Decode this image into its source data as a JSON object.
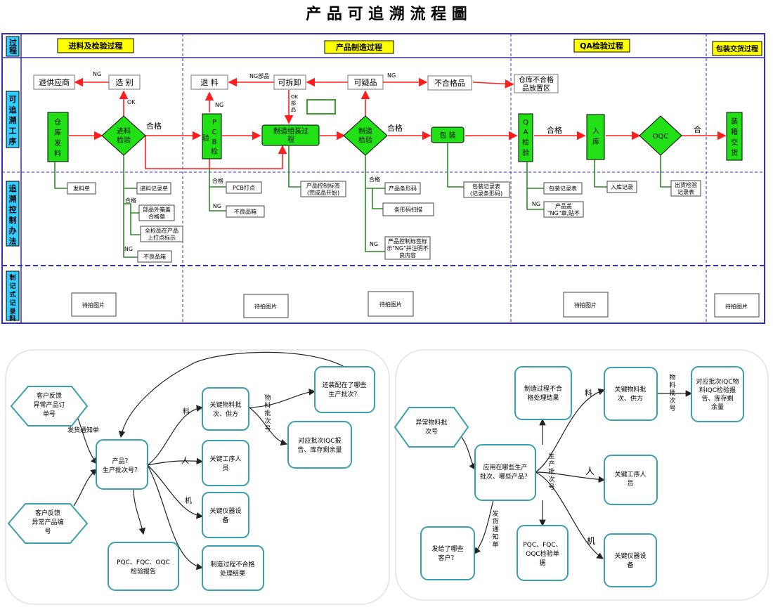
{
  "title": "产 品 可 追 溯 流 程 圖",
  "top": {
    "row_headers": {
      "process": "过程",
      "station": [
        "可",
        "追",
        "溯",
        "工",
        "序"
      ],
      "method": [
        "追",
        "溯",
        "控",
        "制",
        "办",
        "法"
      ],
      "records": [
        "制",
        "记",
        "式",
        "记",
        "录",
        "料"
      ]
    },
    "stages": [
      "进料及检验过程",
      "产品制造过程",
      "QA检验过程",
      "包装交货过程"
    ],
    "nodes": {
      "return_supplier": "退供应商",
      "select": "选  别",
      "return_material": "退  料",
      "removable": "可拆卸",
      "suspect": "可疑品",
      "nonconforming": "不合格品",
      "warehouse_nc": [
        "仓库不合格",
        "品放置区"
      ],
      "warehouse_issue": [
        "仓",
        "库",
        "发",
        "料"
      ],
      "incoming_check": [
        "进料",
        "检验"
      ],
      "pcb_check": [
        "P",
        "C",
        "B",
        "检"
      ],
      "pcb_label": "验",
      "assembly": [
        "制造组装过",
        "程"
      ],
      "mfg_check": [
        "制造",
        "检验"
      ],
      "packing": "包  装",
      "qa_check": [
        "Q",
        "A",
        "检",
        "验"
      ],
      "stock_in": [
        "入",
        "库"
      ],
      "oqc": "OQC",
      "boxing": [
        "装",
        "箱",
        "交",
        "货"
      ]
    },
    "edge_labels": {
      "ng1": "NG",
      "ok1": "OK",
      "ng_parts": "NG部品",
      "ok_parts": [
        "OK",
        "部",
        "品"
      ],
      "ng2": "NG",
      "pass1": "合格",
      "ng_pcb": "NG",
      "pass_mfg": "合格",
      "pass_qa": "合格",
      "pass_oqc": "合"
    },
    "methods": {
      "issue_slip": "发料单",
      "incoming_record": "进料记录单",
      "pass_a": "合格",
      "parts_label": [
        "部品外箱盖",
        "合格章"
      ],
      "pass_mark": [
        "全检品在产品",
        "上打点标示"
      ],
      "ng_a": "NG",
      "reject_box": "不良品箱",
      "pass_pcb": "合格",
      "pcb_dot": "PCB打点",
      "ng_pcb": "NG",
      "reject_box2": "不良品箱",
      "product_label": [
        "产品控制标签",
        "(完成品开始)"
      ],
      "pass_mfg": "合格",
      "barcode": "产品条形码",
      "barcode_scan": "条形码扫描",
      "ng_mfg": "NG",
      "ng_label": [
        "产品控制标签标",
        "示\"NG\"并注明不",
        "良内容"
      ],
      "pack_record": [
        "包装记录表",
        "(记录条形码)"
      ],
      "qa_record": "包装记录表",
      "ng_qa": "NG",
      "qa_stamp": [
        "产品盖",
        "\"NG\"章,贴不"
      ],
      "stock_record": "入库记录",
      "ship_record": [
        "出货检验",
        "记录表"
      ]
    },
    "placeholders": [
      "待拍图片",
      "待拍图片",
      "待拍图片",
      "待拍图片",
      "待拍图片"
    ]
  },
  "left_map": {
    "feedback_order": [
      "客户反馈",
      "异常产品订",
      "单号"
    ],
    "feedback_code": [
      "客户反馈",
      "异常产品编",
      "号"
    ],
    "ship_notice": "发货通知单",
    "product": [
      "产品？",
      "生产批次号？"
    ],
    "material": [
      "关键物料批",
      "次、供方"
    ],
    "assembled": [
      "还装配在了哪些",
      "生产批次？"
    ],
    "iqc": [
      "对应批次IQC报",
      "告、库存剩余量"
    ],
    "process": [
      "关键工序人",
      "员"
    ],
    "equipment": [
      "关键仪器设",
      "备"
    ],
    "nc": [
      "制造过程不合格",
      "处理结果"
    ],
    "reports": [
      "PQC、FQC、OQC",
      "检验报告"
    ],
    "lbl_material": "料",
    "lbl_people": "人",
    "lbl_machine": "机",
    "lbl_batch": [
      "物",
      "料",
      "批",
      "次",
      "号"
    ]
  },
  "right_map": {
    "abnormal": [
      "异常物料批",
      "次号"
    ],
    "applied": [
      "应用在哪些生产",
      "批次、哪些产品？"
    ],
    "nc": [
      "制造过程不合",
      "格处理结果"
    ],
    "material": [
      "关键物料批",
      "次、供方"
    ],
    "iqc": [
      "对应批次IQC物",
      "料IQC检验报",
      "告、库存剩",
      "余量"
    ],
    "process": [
      "关键工序人",
      "员"
    ],
    "equipment": [
      "关键仪器设",
      "备"
    ],
    "reports": [
      "PQC、FQC、",
      "OQC检验单",
      "据"
    ],
    "customer": [
      "发给了哪些",
      "客户？"
    ],
    "lbl_material": "料",
    "lbl_batch_vert": [
      "生",
      "产",
      "批",
      "次",
      "号"
    ],
    "lbl_people": "人",
    "lbl_machine": "机",
    "lbl_ship": [
      "发",
      "货",
      "通",
      "知",
      "单"
    ],
    "lbl_material_batch": [
      "物",
      "料",
      "批",
      "次",
      "号"
    ]
  },
  "colors": {
    "frame": "#2f2fc8",
    "green": "#22e016",
    "yellow": "#ffff00",
    "cyan": "#33ccff",
    "red": "#ff1e1e",
    "teal": "#3a9fae"
  }
}
